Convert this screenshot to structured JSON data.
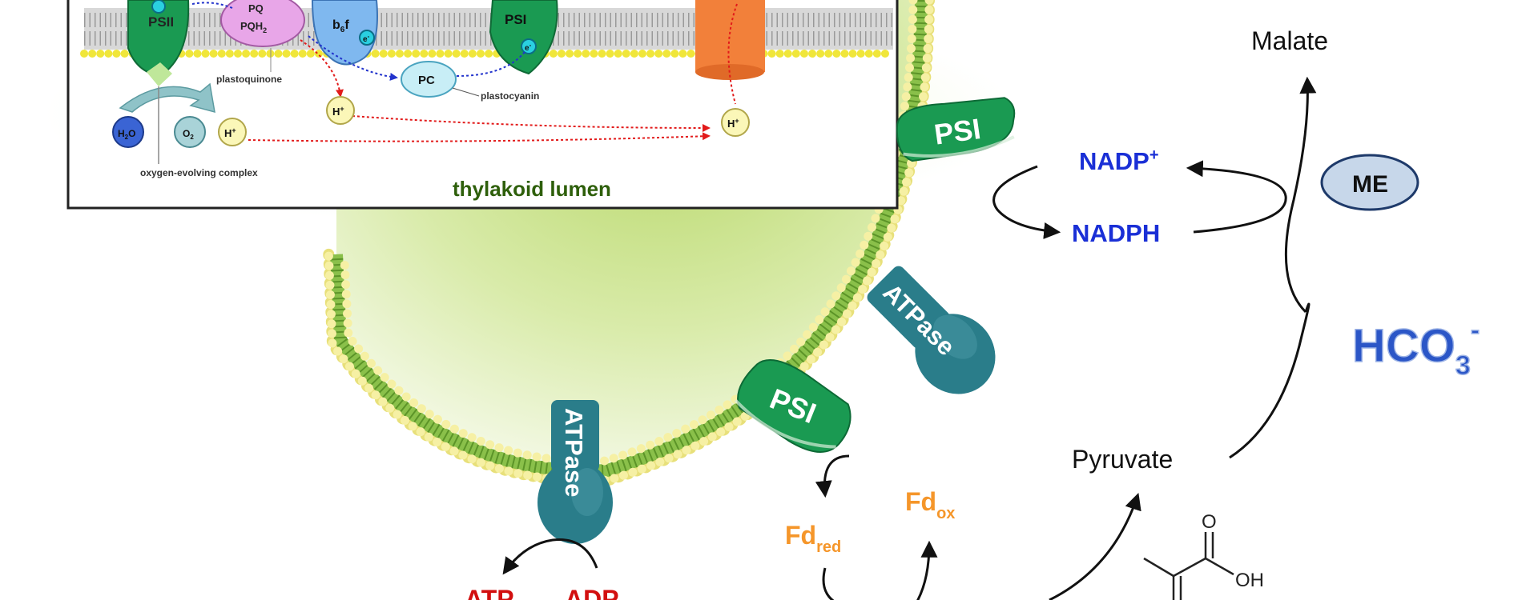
{
  "colors": {
    "psi_green": "#1f9a3a",
    "atpase_teal": "#2a7d8a",
    "membrane_green": "#7fb43c",
    "lipid_head": "#f4ef9c",
    "nadp_blue": "#1a2fd6",
    "atp_red": "#d20f0f",
    "fd_orange": "#f5962a",
    "lumen_label_green": "#2e5f0b",
    "me_fill": "#c7d7ea",
    "hco3_blue": "#2b56c7"
  },
  "inset": {
    "psii": "PSII",
    "pq": "PQ",
    "pqh2": "PQH",
    "pqh2_sub": "2",
    "b6f": "b",
    "b6f_sub": "6",
    "b6f_suffix": "f",
    "psi": "PSI",
    "electron": "e",
    "electron_sup": "-",
    "plastoquinone_label": "plastoquinone",
    "pc": "PC",
    "plastocyanin_label": "plastocyanin",
    "proton": "H",
    "proton_sup": "+",
    "water": "H",
    "water_sub": "2",
    "water_suffix": "O",
    "oxygen": "O",
    "oxygen_sub": "2",
    "oec_label": "oxygen-evolving complex",
    "lumen_label": "thylakoid lumen"
  },
  "membrane": {
    "psi_label": "PSI",
    "atpase_label": "ATPase"
  },
  "metabolites": {
    "malate": "Malate",
    "nadp": "NADP",
    "nadp_sup": "+",
    "nadph": "NADPH",
    "me": "ME",
    "hco3": "HCO",
    "hco3_sub": "3",
    "hco3_sup": "-",
    "pyruvate": "Pyruvate",
    "fd": "Fd",
    "fd_ox_sub": "ox",
    "fd_red_sub": "red",
    "atp": "ATP",
    "adp": "ADP",
    "oh": "OH",
    "o": "O"
  }
}
